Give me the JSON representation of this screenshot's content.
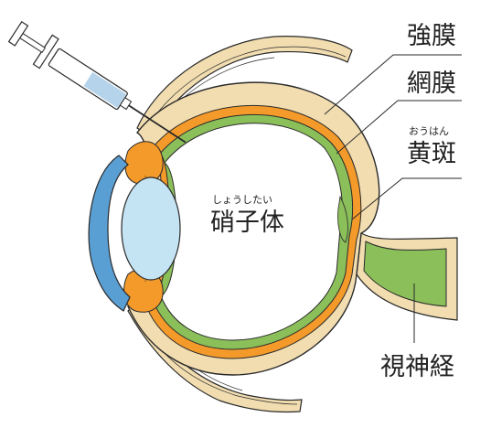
{
  "labels": {
    "sclera": "強膜",
    "retina": "網膜",
    "macula_ruby": "おうはん",
    "macula": "黄斑",
    "vitreous_ruby": "しょうしたい",
    "vitreous": "硝子体",
    "optic_nerve": "視神経"
  },
  "colors": {
    "sclera": "#f1ddb0",
    "choroid_orange": "#f39a2a",
    "retina_green": "#8bbf5a",
    "lens_blue": "#c5e4f3",
    "cornea_blue": "#5a9fd4",
    "outline": "#2a2a2a",
    "syringe_liquid": "#a8cde8"
  }
}
